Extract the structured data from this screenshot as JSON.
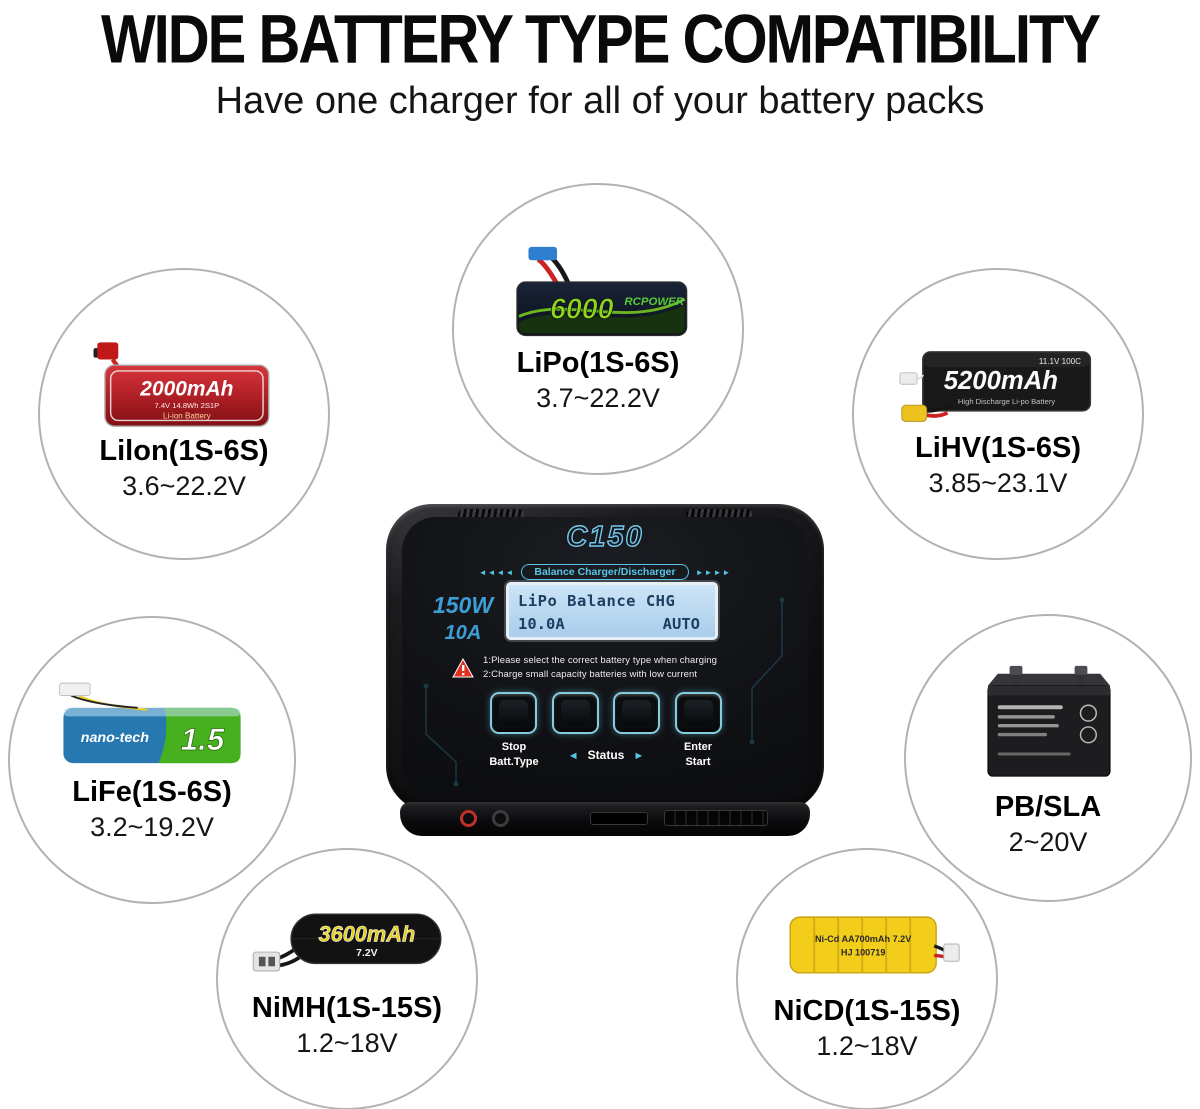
{
  "title": "WIDE BATTERY TYPE COMPATIBILITY",
  "subtitle": "Have one charger for all of your battery packs",
  "batteries": [
    {
      "name": "LiPo(1S-6S)",
      "voltage": "3.7~22.2V",
      "pack_capacity": "6000",
      "pack_brand": "RCPOWER"
    },
    {
      "name": "Lilon(1S-6S)",
      "voltage": "3.6~22.2V",
      "pack_capacity": "2000mAh",
      "pack_spec": "7.4V 14.8Wh 2S1P",
      "pack_type": "Li-ion Battery"
    },
    {
      "name": "LiHV(1S-6S)",
      "voltage": "3.85~23.1V",
      "pack_capacity": "5200mAh",
      "pack_spec": "11.1V 100C",
      "pack_type": "High Discharge Li-po Battery"
    },
    {
      "name": "LiFe(1S-6S)",
      "voltage": "3.2~19.2V",
      "pack_brand": "nano-tech",
      "pack_capacity": "1.5"
    },
    {
      "name": "PB/SLA",
      "voltage": "2~20V"
    },
    {
      "name": "NiMH(1S-15S)",
      "voltage": "1.2~18V",
      "pack_capacity": "3600mAh",
      "pack_spec": "7.2V"
    },
    {
      "name": "NiCD(1S-15S)",
      "voltage": "1.2~18V",
      "pack_spec": "Ni-Cd AA700mAh 7.2V",
      "pack_code": "HJ 100719"
    }
  ],
  "charger": {
    "model": "C150",
    "tagline": "Balance Charger/Discharger",
    "arrows_left": "◄◄◄◄",
    "arrows_right": "►►►►",
    "power": "150W",
    "current": "10A",
    "lcd_line1": "LiPo Balance CHG",
    "lcd_line2_left": "10.0A",
    "lcd_line2_right": "AUTO",
    "warning_1": "1:Please select the correct battery type when charging",
    "warning_2": "2:Charge small capacity batteries with low current",
    "btn_stop_line1": "Stop",
    "btn_stop_line2": "Batt.Type",
    "status_left": "◄",
    "status_label": "Status",
    "status_right": "►",
    "btn_enter_line1": "Enter",
    "btn_enter_line2": "Start"
  },
  "colors": {
    "accent_cyan": "#56c4e6",
    "lcd_bg": "#b9d9f2",
    "lcd_text": "#1d3f63",
    "warning_red": "#e03020"
  }
}
